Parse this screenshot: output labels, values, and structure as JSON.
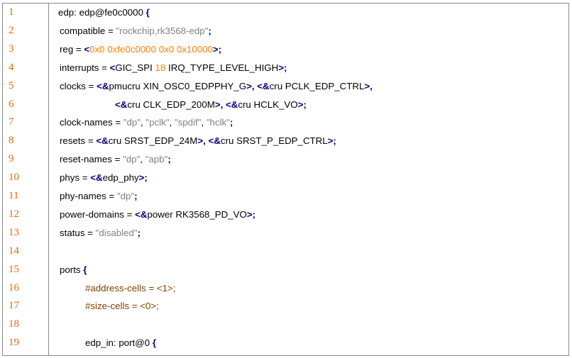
{
  "lines": [
    {
      "num": "1",
      "indent": 0,
      "tokens": [
        {
          "t": "edp: edp@fe0c0000 ",
          "c": "k"
        },
        {
          "t": "{",
          "c": "p"
        }
      ]
    },
    {
      "num": "2",
      "indent": 1,
      "tokens": [
        {
          "t": "compatible = ",
          "c": "k"
        },
        {
          "t": "\"rockchip,rk3568-edp\"",
          "c": "s"
        },
        {
          "t": ";",
          "c": "p"
        }
      ]
    },
    {
      "num": "3",
      "indent": 1,
      "tokens": [
        {
          "t": "reg = ",
          "c": "k"
        },
        {
          "t": "<",
          "c": "p"
        },
        {
          "t": "0x0 0xfe0c0000 0x0 0x10000",
          "c": "n"
        },
        {
          "t": ">;",
          "c": "p"
        }
      ]
    },
    {
      "num": "4",
      "indent": 1,
      "tokens": [
        {
          "t": "interrupts = ",
          "c": "k"
        },
        {
          "t": "<",
          "c": "p"
        },
        {
          "t": "GIC_SPI ",
          "c": "k"
        },
        {
          "t": "18",
          "c": "n"
        },
        {
          "t": " IRQ_TYPE_LEVEL_HIGH",
          "c": "k"
        },
        {
          "t": ">;",
          "c": "p"
        }
      ]
    },
    {
      "num": "5",
      "indent": 1,
      "tokens": [
        {
          "t": "clocks = ",
          "c": "k"
        },
        {
          "t": "<&",
          "c": "p"
        },
        {
          "t": "pmucru XIN_OSC0_EDPPHY_G",
          "c": "k"
        },
        {
          "t": ">, <&",
          "c": "p"
        },
        {
          "t": "cru PCLK_EDP_CTRL",
          "c": "k"
        },
        {
          "t": ">,",
          "c": "p"
        }
      ]
    },
    {
      "num": "6",
      "indent": 2,
      "tokens": [
        {
          "t": "<&",
          "c": "p"
        },
        {
          "t": "cru CLK_EDP_200M",
          "c": "k"
        },
        {
          "t": ">, <&",
          "c": "p"
        },
        {
          "t": "cru HCLK_VO",
          "c": "k"
        },
        {
          "t": ">;",
          "c": "p"
        }
      ]
    },
    {
      "num": "7",
      "indent": 1,
      "tokens": [
        {
          "t": "clock-names = ",
          "c": "k"
        },
        {
          "t": "\"dp\"",
          "c": "s"
        },
        {
          "t": ", ",
          "c": "k"
        },
        {
          "t": "\"pclk\"",
          "c": "s"
        },
        {
          "t": ", ",
          "c": "k"
        },
        {
          "t": "\"spdif\"",
          "c": "s"
        },
        {
          "t": ", ",
          "c": "k"
        },
        {
          "t": "\"hclk\"",
          "c": "s"
        },
        {
          "t": ";",
          "c": "p"
        }
      ]
    },
    {
      "num": "8",
      "indent": 1,
      "tokens": [
        {
          "t": "resets = ",
          "c": "k"
        },
        {
          "t": "<&",
          "c": "p"
        },
        {
          "t": "cru SRST_EDP_24M",
          "c": "k"
        },
        {
          "t": ">, <&",
          "c": "p"
        },
        {
          "t": "cru SRST_P_EDP_CTRL",
          "c": "k"
        },
        {
          "t": ">;",
          "c": "p"
        }
      ]
    },
    {
      "num": "9",
      "indent": 1,
      "tokens": [
        {
          "t": "reset-names = ",
          "c": "k"
        },
        {
          "t": "\"dp\"",
          "c": "s"
        },
        {
          "t": ", ",
          "c": "k"
        },
        {
          "t": "\"apb\"",
          "c": "s"
        },
        {
          "t": ";",
          "c": "p"
        }
      ]
    },
    {
      "num": "10",
      "indent": 1,
      "tokens": [
        {
          "t": "phys = ",
          "c": "k"
        },
        {
          "t": "<&",
          "c": "p"
        },
        {
          "t": "edp_phy",
          "c": "k"
        },
        {
          "t": ">;",
          "c": "p"
        }
      ]
    },
    {
      "num": "11",
      "indent": 1,
      "tokens": [
        {
          "t": "phy-names = ",
          "c": "k"
        },
        {
          "t": "\"dp\"",
          "c": "s"
        },
        {
          "t": ";",
          "c": "p"
        }
      ]
    },
    {
      "num": "12",
      "indent": 1,
      "tokens": [
        {
          "t": "power-domains = ",
          "c": "k"
        },
        {
          "t": "<&",
          "c": "p"
        },
        {
          "t": "power RK3568_PD_VO",
          "c": "k"
        },
        {
          "t": ">;",
          "c": "p"
        }
      ]
    },
    {
      "num": "13",
      "indent": 1,
      "tokens": [
        {
          "t": "status = ",
          "c": "k"
        },
        {
          "t": "\"disabled\"",
          "c": "s"
        },
        {
          "t": ";",
          "c": "p"
        }
      ]
    },
    {
      "num": "14",
      "indent": 1,
      "tokens": []
    },
    {
      "num": "15",
      "indent": 1,
      "tokens": [
        {
          "t": "ports ",
          "c": "k"
        },
        {
          "t": "{",
          "c": "p"
        }
      ]
    },
    {
      "num": "16",
      "indent": 3,
      "tokens": [
        {
          "t": "#address-cells = <1>;",
          "c": "d"
        }
      ]
    },
    {
      "num": "17",
      "indent": 3,
      "tokens": [
        {
          "t": "#size-cells = <0>;",
          "c": "d"
        }
      ]
    },
    {
      "num": "18",
      "indent": 3,
      "tokens": []
    },
    {
      "num": "19",
      "indent": 3,
      "tokens": [
        {
          "t": "edp_in: port@0 ",
          "c": "k"
        },
        {
          "t": "{",
          "c": "p"
        }
      ]
    }
  ],
  "colors": {
    "line_number": "#e36c0a",
    "punctuation": "#000080",
    "string": "#808080",
    "number": "#ff8000",
    "directive": "#804000",
    "border": "#8a8a8a"
  }
}
